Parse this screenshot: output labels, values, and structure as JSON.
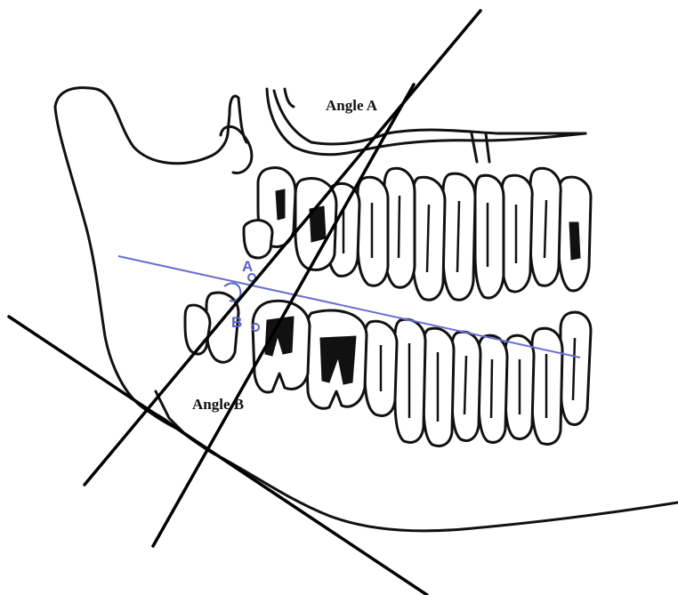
{
  "labels": {
    "angle_a": "Angle A",
    "angle_b": "Angle B",
    "point_a": "A",
    "point_b": "B"
  },
  "colors": {
    "line": "#000000",
    "occlusal_plane": "#6a6fd0",
    "point_markers": "#5b61c8",
    "background": "#ffffff"
  }
}
